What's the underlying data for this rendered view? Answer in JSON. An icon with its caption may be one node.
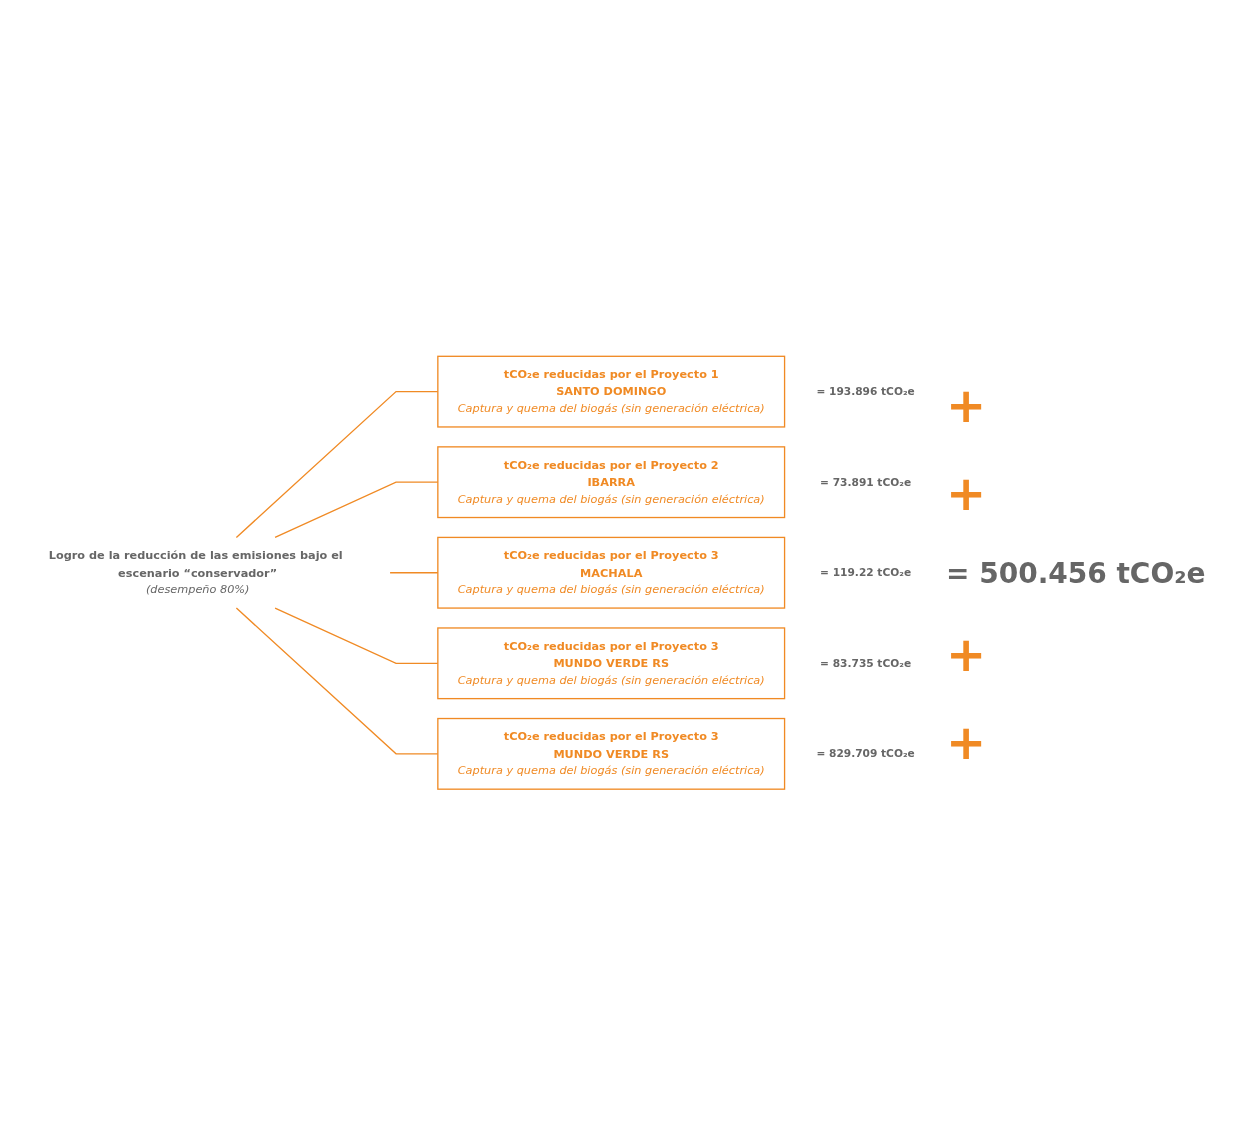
{
  "diagram": {
    "nodes": [
      {
        "text": [
          "Logro de la reducción de las emisiones bajo el escenario “conservador”",
          "(desempeño 80%)"
        ]
      },
      {
        "text": [
          "tCO₂e reducidas por el Proyecto 1",
          "SANTO DOMINGO",
          "Captura y quema del biogás (sin generación eléctrica)"
        ],
        "beside": [
          "= 193.896 tCO₂e"
        ]
      },
      {
        "text": [
          "tCO₂e reducidas por el Proyecto 2",
          "IBARRA",
          "Captura y quema del biogás (sin generación eléctrica)"
        ],
        "beside": [
          "= 73.891 tCO₂e"
        ]
      },
      {
        "text": [
          "tCO₂e reducidas por el Proyecto 3",
          "MACHALA",
          "Captura y quema del biogás (sin generación eléctrica)"
        ],
        "beside": [
          "= 119.22 tCO₂e"
        ]
      },
      {
        "text": [
          "tCO₂e reducidas por el Proyecto 3",
          "MUNDO VERDE RS",
          "Captura y quema del biogás (sin generación eléctrica)"
        ],
        "beside": [
          "= 83.735 tCO₂e"
        ]
      },
      {
        "text": [
          "tCO₂e reducidas por el Proyecto 3",
          "MUNDO VERDE RS",
          "Captura y quema del biogás (sin generación eléctrica)"
        ],
        "beside": [
          "= 829.709 tCO₂e"
        ]
      }
    ],
    "edges": [
      {
        "from": 0,
        "to": 1,
        "arrow": "none"
      },
      {
        "from": 0,
        "to": 2,
        "arrow": "none"
      },
      {
        "from": 0,
        "to": 3,
        "arrow": "none"
      },
      {
        "from": 0,
        "to": 4,
        "arrow": "none"
      },
      {
        "from": 0,
        "to": 5,
        "arrow": "none"
      }
    ],
    "labels": [
      "+",
      "+",
      "= 500.456 tCO₂e",
      "+",
      "+"
    ]
  }
}
